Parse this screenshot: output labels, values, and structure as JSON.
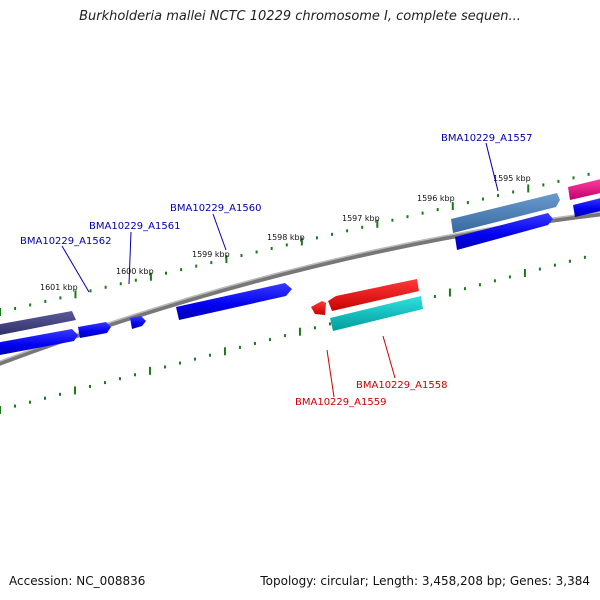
{
  "title": "Burkholderia mallei NCTC 10229 chromosome I, complete sequen...",
  "footer": {
    "accession": "Accession: NC_008836",
    "summary": "Topology: circular; Length: 3,458,208 bp; Genes: 3,384"
  },
  "scale_ticks": [
    "1595 kbp",
    "1596 kbp",
    "1597 kbp",
    "1598 kbp",
    "1599 kbp",
    "1600 kbp",
    "1601 kbp"
  ],
  "gene_labels": [
    {
      "name": "BMA10229_A1557",
      "color": "#0000aa"
    },
    {
      "name": "BMA10229_A1560",
      "color": "#0000aa"
    },
    {
      "name": "BMA10229_A1561",
      "color": "#0000aa"
    },
    {
      "name": "BMA10229_A1562",
      "color": "#0000aa"
    },
    {
      "name": "BMA10229_A1558",
      "color": "#cc0000"
    },
    {
      "name": "BMA10229_A1559",
      "color": "#cc0000"
    }
  ],
  "colors": {
    "backbone": "#888888",
    "tick": "#1a7a1a",
    "blue": "#0000ff",
    "dark_slate": "#3b3b7a",
    "steel": "#4a7fb5",
    "red": "#ff0000",
    "cyan": "#00bcbc",
    "magenta": "#e0007a"
  }
}
